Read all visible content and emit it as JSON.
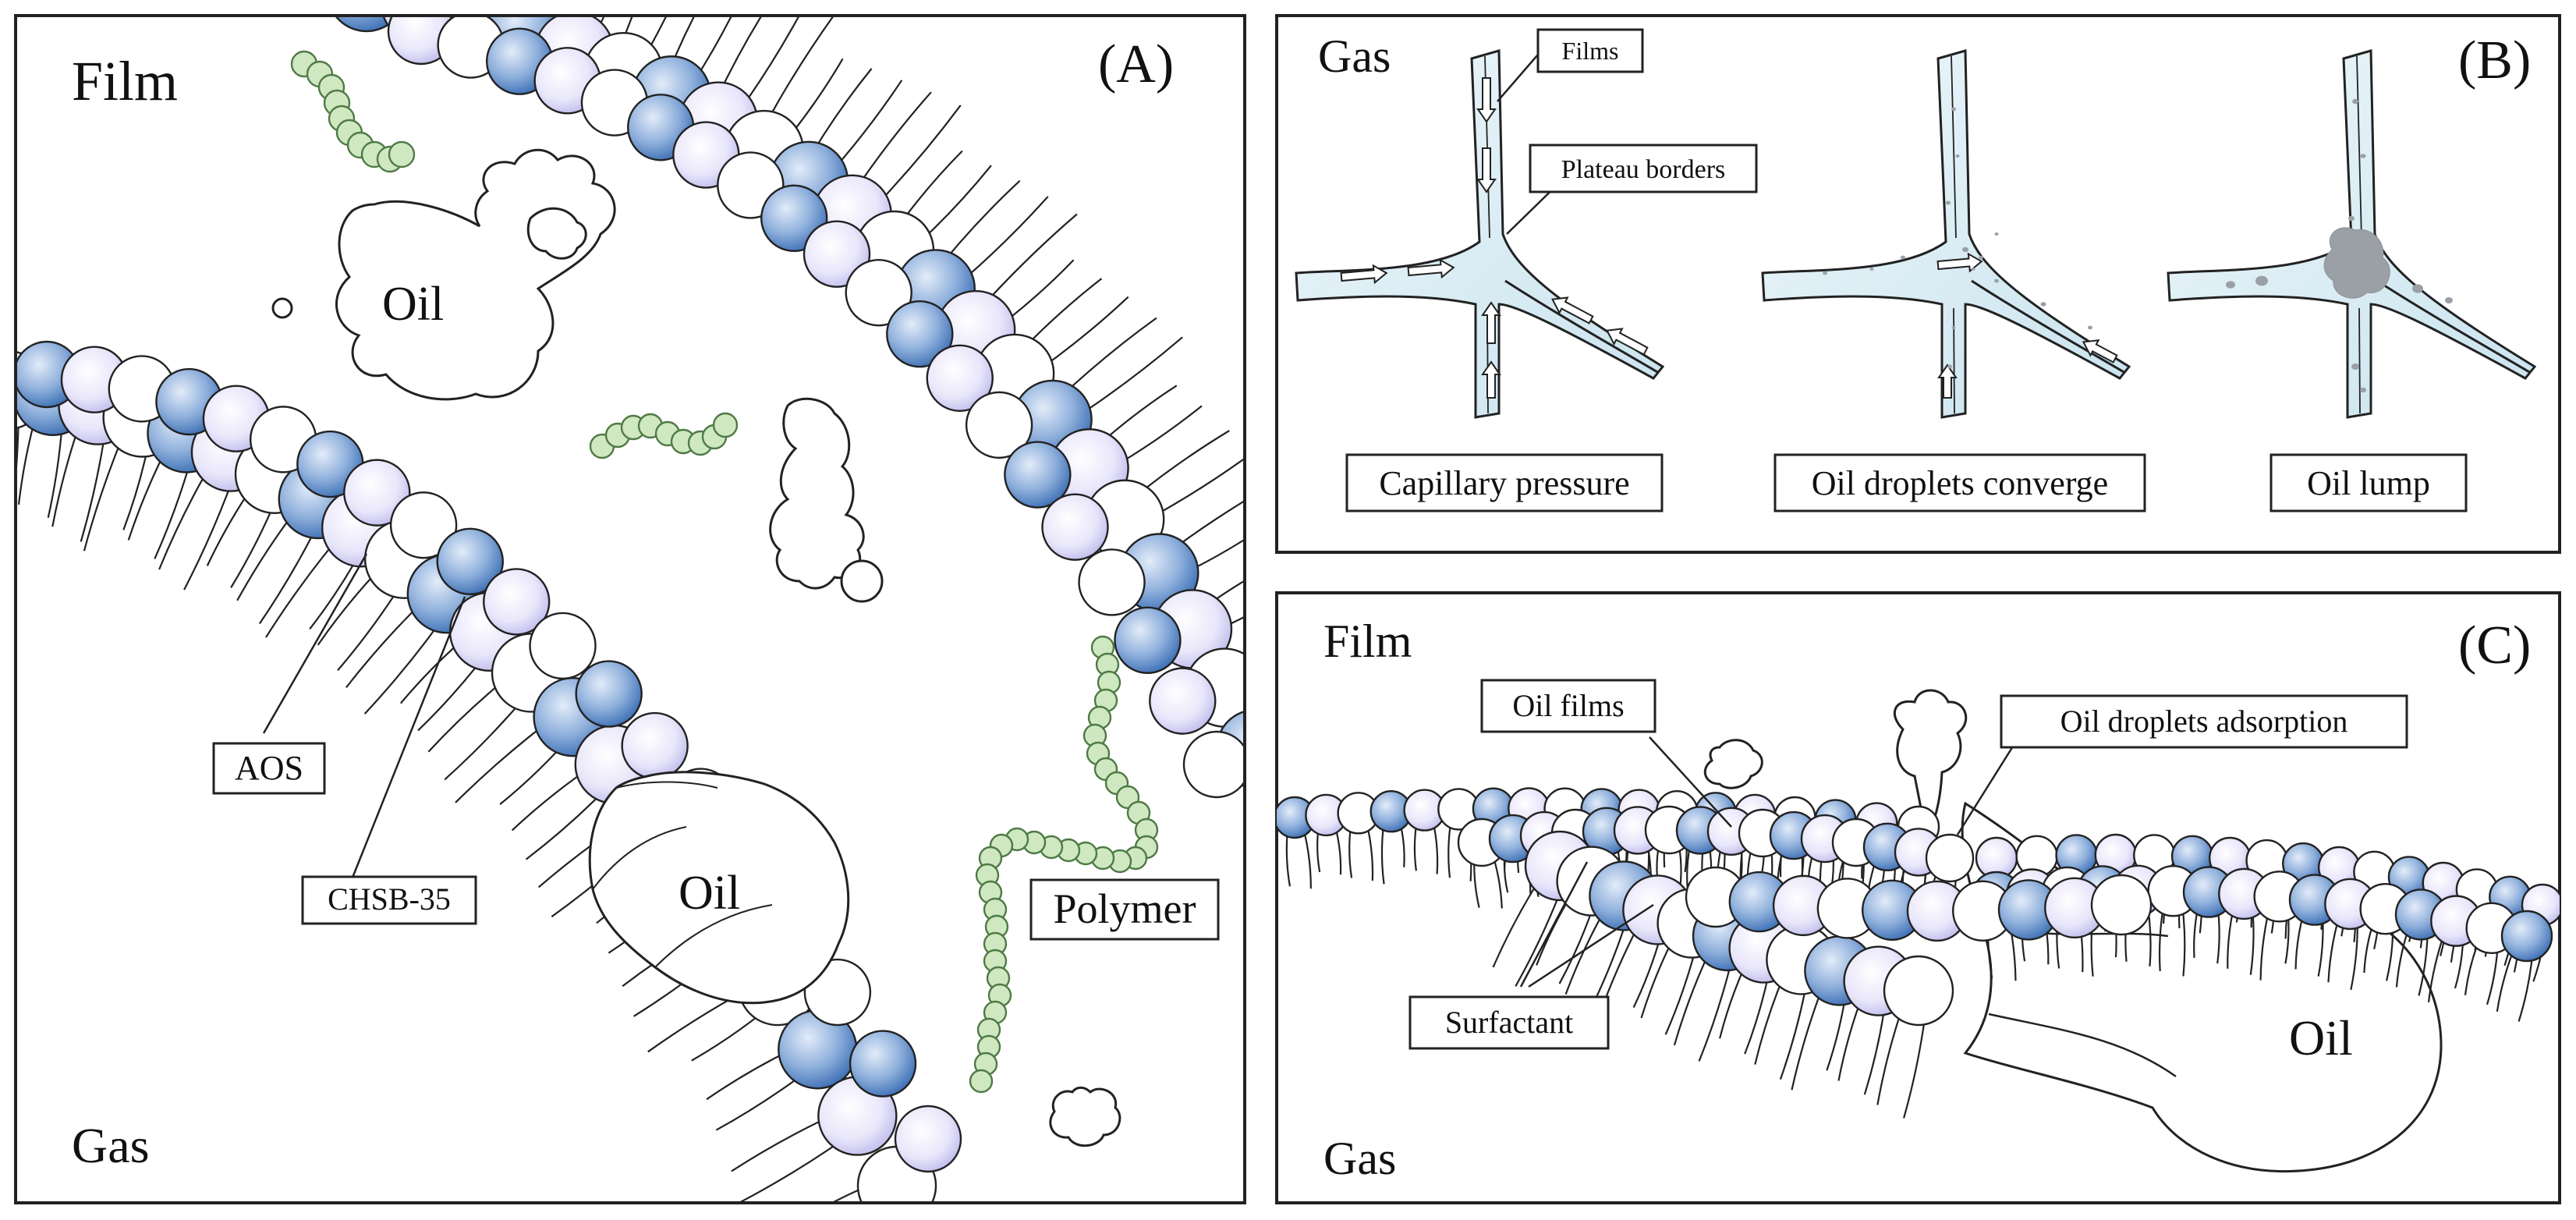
{
  "colors": {
    "sphere_blue_center": "#dbe6f7",
    "sphere_blue_edge": "#3f72b8",
    "sphere_lavender_center": "#ffffff",
    "sphere_lavender_edge": "#c9c6ef",
    "polymer_fill": "#cfe8c2",
    "polymer_stroke": "#6a8f5a",
    "film_fill": "#d9ecf3",
    "outline": "#222222"
  },
  "panel_a": {
    "id_label": "(A)",
    "film_label": "Film",
    "gas_label": "Gas",
    "oil_labels": [
      "Oil",
      "Oil"
    ],
    "aos_label": "AOS",
    "chsb_label": "CHSB-35",
    "polymer_label": "Polymer"
  },
  "panel_b": {
    "id_label": "(B)",
    "gas_label": "Gas",
    "films_label": "Films",
    "plateau_label": "Plateau borders",
    "junction_labels": [
      "Capillary pressure",
      "Oil droplets converge",
      "Oil lump"
    ]
  },
  "panel_c": {
    "id_label": "(C)",
    "film_label": "Film",
    "gas_label": "Gas",
    "oil_films_label": "Oil films",
    "adsorption_label": "Oil droplets adsorption",
    "surfactant_label": "Surfactant",
    "oil_label": "Oil"
  }
}
